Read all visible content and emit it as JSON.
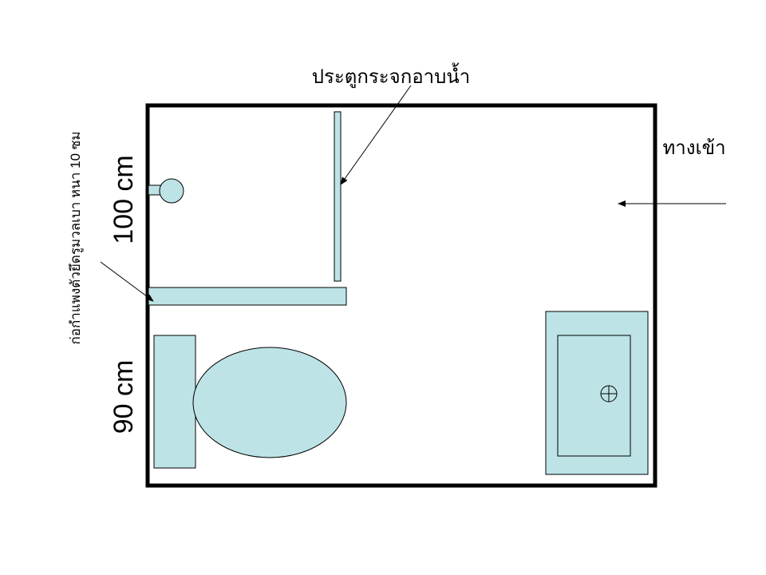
{
  "labels": {
    "glass_door": "ประตูกระจกอาบน้ำ",
    "entrance": "ทางเข้า",
    "dim_top": "100 cm",
    "dim_bottom": "90 cm",
    "wall_note": "ก่อกำแพงตัวยึดรูมวลเบา หนา 10 ซม"
  },
  "colors": {
    "wall": "#000000",
    "fixture_fill": "#bde3e6",
    "fixture_stroke": "#000000",
    "background": "#ffffff"
  }
}
